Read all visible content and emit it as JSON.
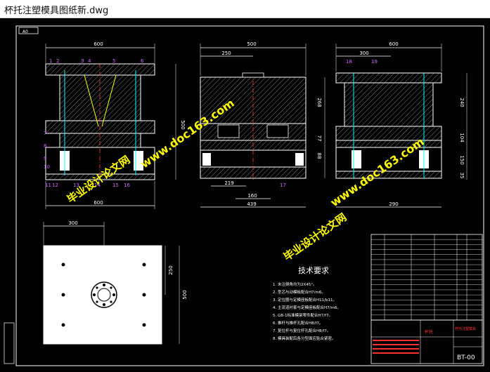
{
  "window": {
    "title": "杯托注塑模具图纸新.dwg"
  },
  "drawing": {
    "sheet_size": "A0",
    "dims": {
      "left_top": "600",
      "left_bottom": "600",
      "left_height": "500",
      "mid_top": "500",
      "mid_250": "250",
      "mid_219": "219",
      "mid_160": "160",
      "mid_439": "439",
      "mid_268": "268",
      "mid_77": "77",
      "mid_88": "88",
      "right_top": "600",
      "right_300": "300",
      "right_bottom": "290",
      "right_240": "240",
      "right_104": "104",
      "right_150": "150",
      "right_35": "35",
      "plan_300": "300",
      "plan_250": "250",
      "plan_500": "500"
    },
    "part_labels_left": [
      "1",
      "2",
      "3",
      "4",
      "5",
      "6",
      "7",
      "8",
      "9",
      "10",
      "11",
      "12",
      "13",
      "14",
      "15",
      "16"
    ],
    "part_labels_mid": [
      "17"
    ],
    "part_labels_right": [
      "18",
      "19"
    ],
    "tech_title": "技术要求",
    "tech_notes": [
      "1. 未注倒角均为2X45°。",
      "2. 型芯与动模板配合H7/m6。",
      "3. 定位圈与定模座板配合H11/b11。",
      "4. 主流道衬套与定模座板配合H7/m6。",
      "5. GB-1标准模架零件配合H7/f7。",
      "6. 推杆与推杆孔配合H8/f7。",
      "7. 复位杆与复位杆孔配合H8/f7。",
      "8. 模具装配后各分型面应贴合紧密。"
    ],
    "bom_rows": 17,
    "title_block": {
      "code": "BT-00",
      "left_cell": "杯托",
      "red_label": "杯托注塑模具"
    },
    "watermarks": [
      "毕业设计论文网",
      "www.doc163.com"
    ]
  }
}
